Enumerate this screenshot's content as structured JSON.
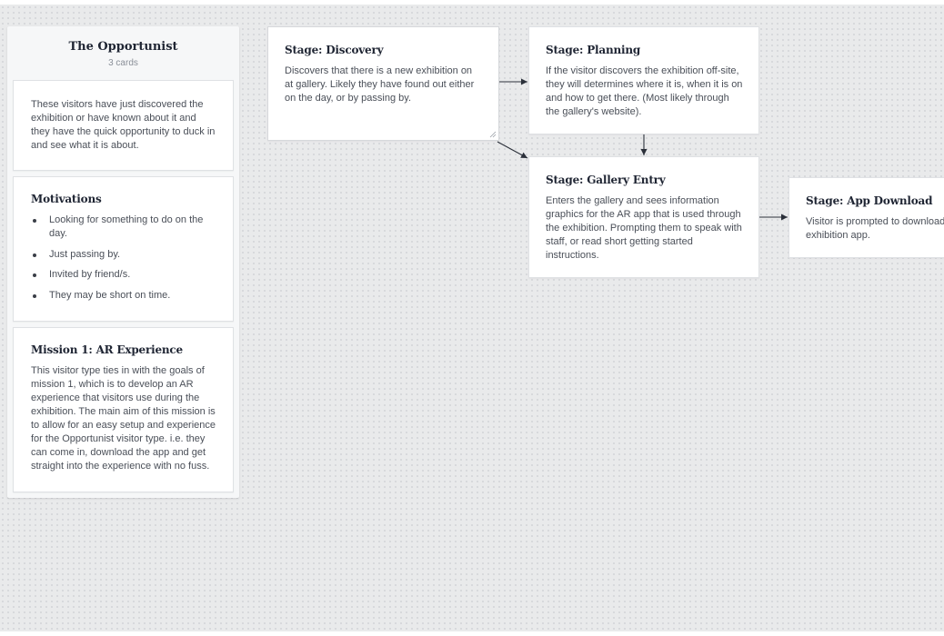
{
  "column": {
    "title": "The Opportunist",
    "count": "3 cards",
    "intro_text": "These visitors have just discovered the exhibition or have known about it and they have the quick opportunity to duck in and see what it is about.",
    "motivations": {
      "title": "Motivations",
      "items": [
        "Looking for something to do on the day.",
        "Just passing by.",
        "Invited by friend/s.",
        "They may be short on time."
      ]
    },
    "mission": {
      "title": "Mission 1: AR Experience",
      "text": "This visitor type ties in with the goals of mission 1, which is to develop an AR experience that visitors use during the exhibition. The main aim of this mission is to allow for an easy setup and experience for the Opportunist visitor type. i.e. they can come in, download the app and get straight into the experience with no fuss."
    }
  },
  "stages": {
    "discovery": {
      "title": "Stage: Discovery",
      "text": "Discovers that there is a new exhibition on at gallery. Likely they have found out either on the day, or by passing by."
    },
    "planning": {
      "title": "Stage: Planning",
      "text": "If the visitor discovers the exhibition off-site, they will determines where it is, when it is on and how to get there. (Most likely through the gallery's website)."
    },
    "gallery_entry": {
      "title": "Stage: Gallery Entry",
      "text": "Enters the gallery and sees information graphics for the AR app that is used through the exhibition. Prompting them to speak with staff, or read short getting started instructions."
    },
    "app_download": {
      "title": "Stage: App Download",
      "text": "Visitor is prompted to download the exhibition app."
    }
  },
  "colors": {
    "board": "#e9eaeb",
    "card": "#ffffff",
    "title": "#1f2533",
    "body_text": "#4a4f58",
    "connector": "#2b303a"
  }
}
